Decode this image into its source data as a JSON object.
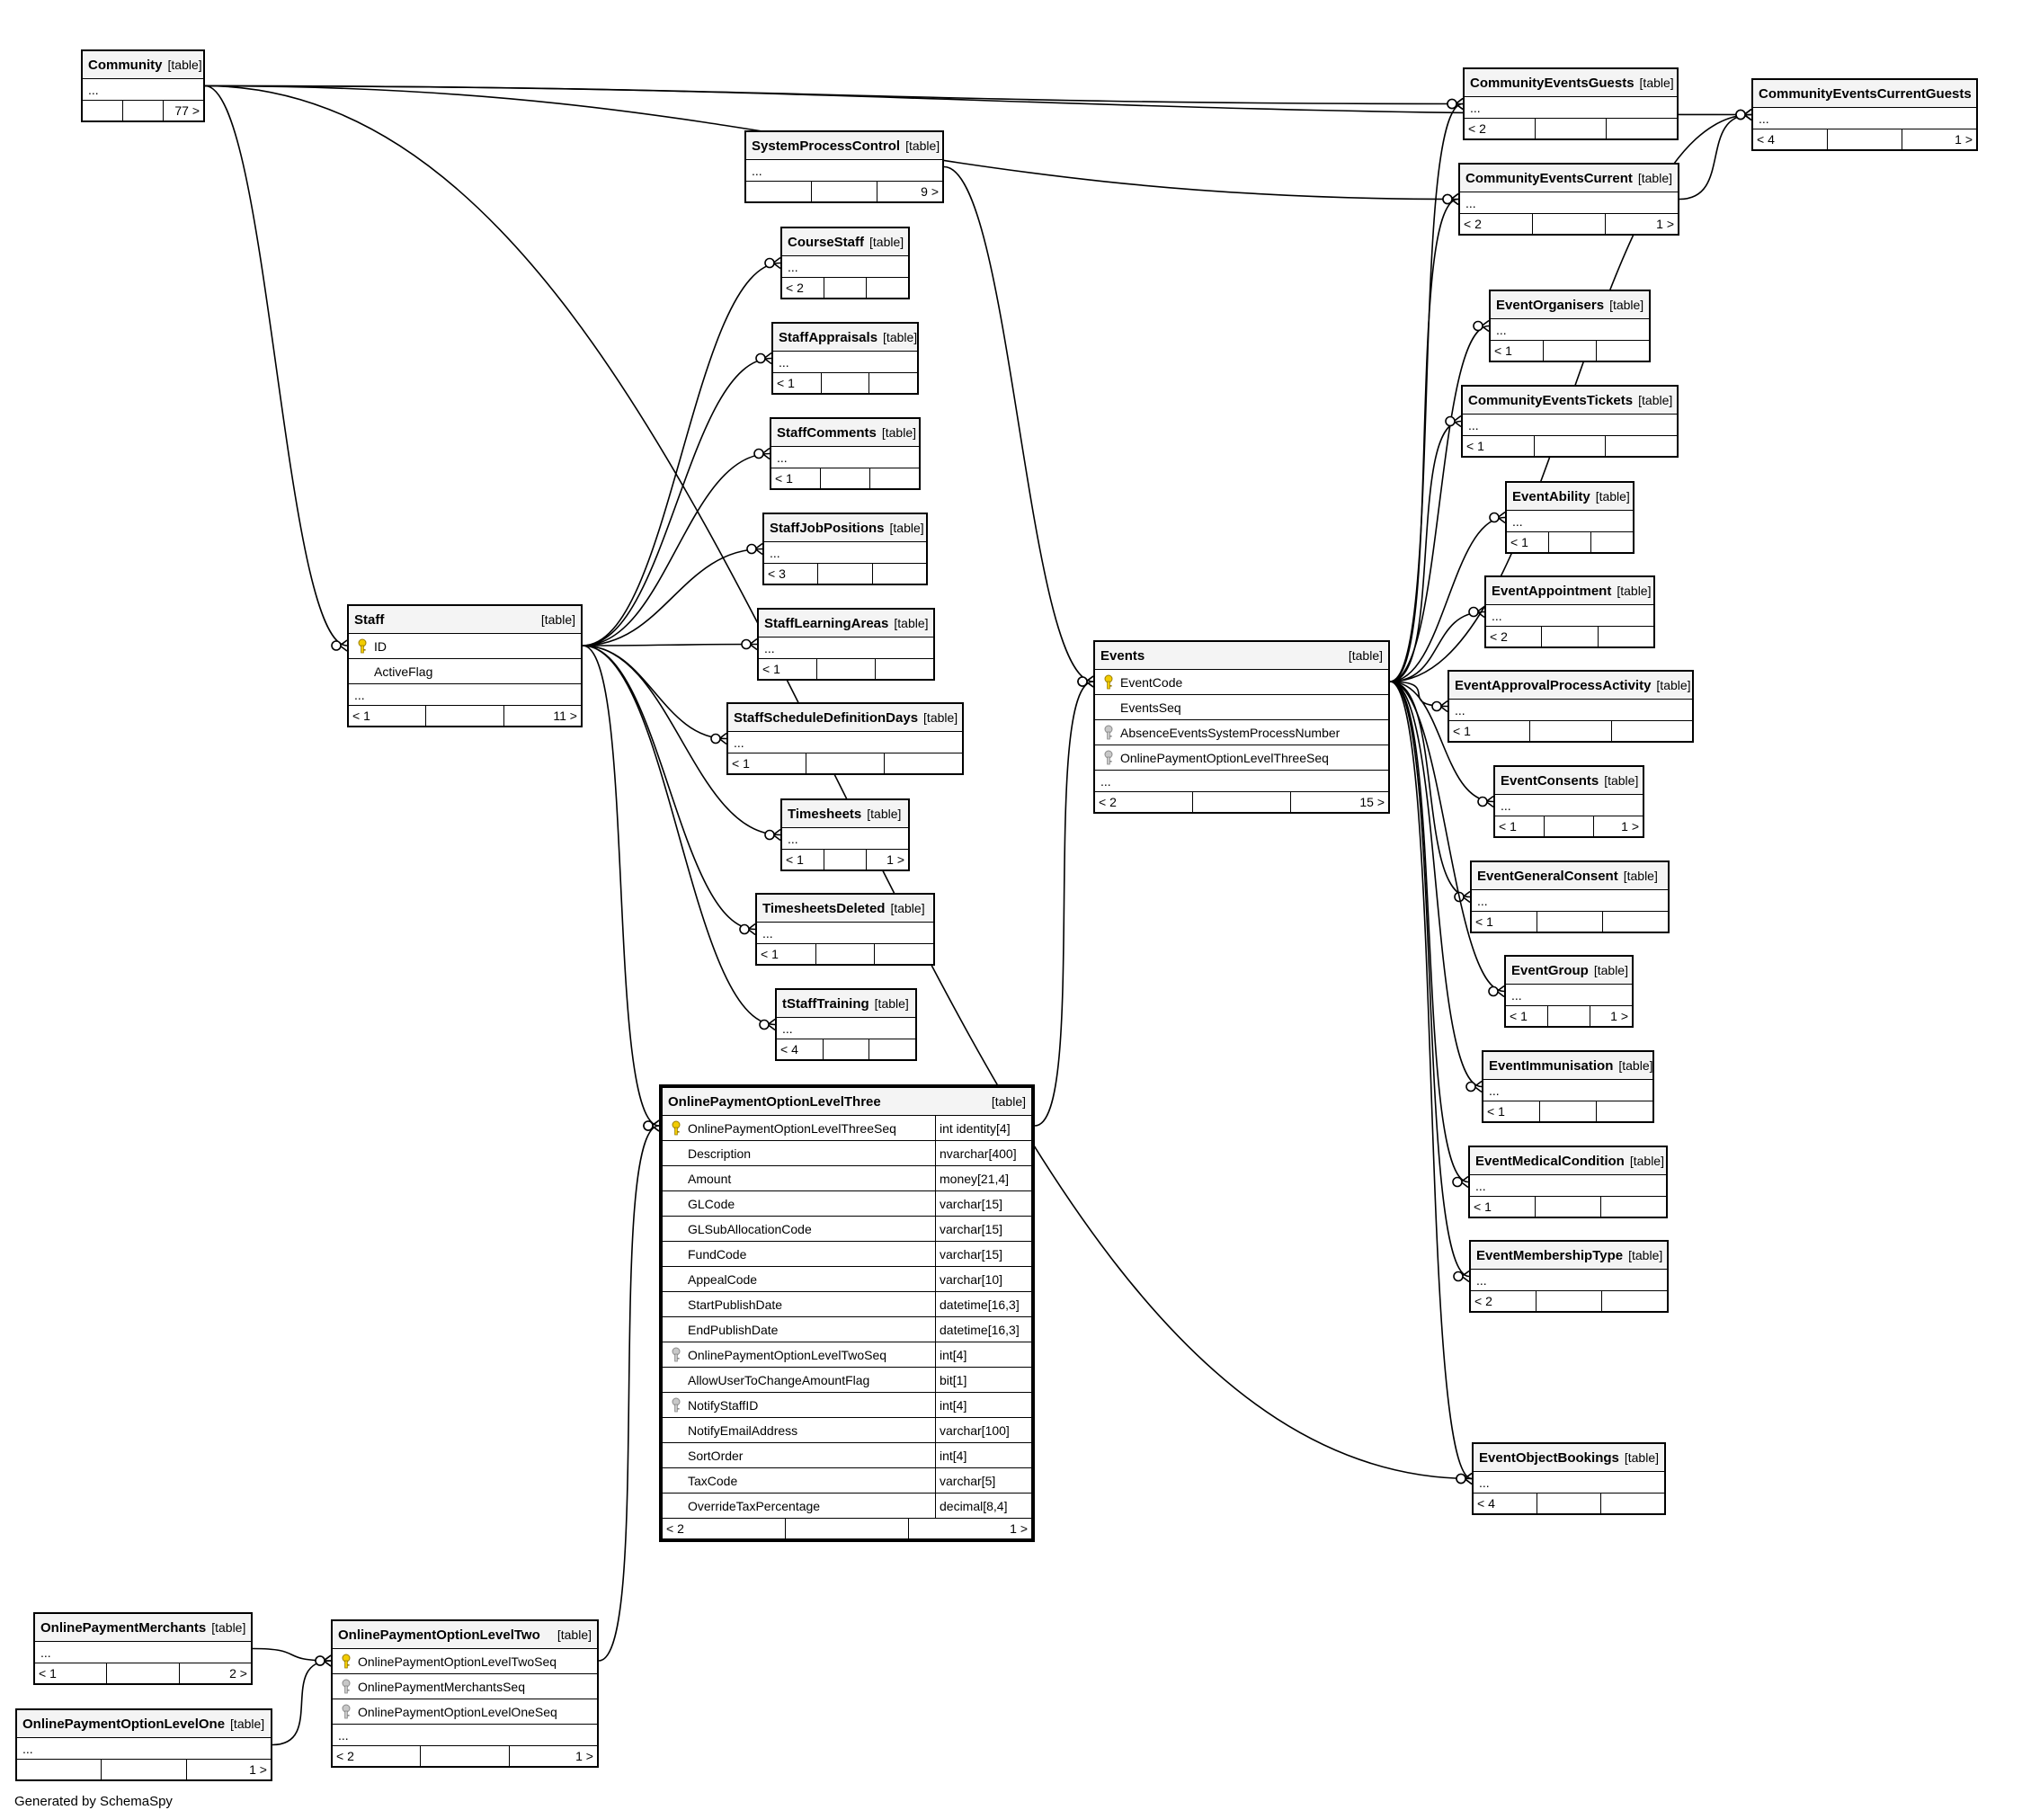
{
  "tables": [
    {
      "id": "community",
      "name": "Community",
      "type": "[table]",
      "cols": [],
      "ellipsis": "...",
      "footer": [
        "",
        "",
        "77 >"
      ]
    },
    {
      "id": "systemprocesscontrol",
      "name": "SystemProcessControl",
      "type": "[table]",
      "cols": [],
      "ellipsis": "...",
      "footer": [
        "",
        "",
        "9 >"
      ]
    },
    {
      "id": "coursestaff",
      "name": "CourseStaff",
      "type": "[table]",
      "cols": [],
      "ellipsis": "...",
      "footer": [
        "< 2",
        "",
        ""
      ]
    },
    {
      "id": "staffappraisals",
      "name": "StaffAppraisals",
      "type": "[table]",
      "cols": [],
      "ellipsis": "...",
      "footer": [
        "< 1",
        "",
        ""
      ]
    },
    {
      "id": "staffcomments",
      "name": "StaffComments",
      "type": "[table]",
      "cols": [],
      "ellipsis": "...",
      "footer": [
        "< 1",
        "",
        ""
      ]
    },
    {
      "id": "staffjobpositions",
      "name": "StaffJobPositions",
      "type": "[table]",
      "cols": [],
      "ellipsis": "...",
      "footer": [
        "< 3",
        "",
        ""
      ]
    },
    {
      "id": "stafflearningareas",
      "name": "StaffLearningAreas",
      "type": "[table]",
      "cols": [],
      "ellipsis": "...",
      "footer": [
        "< 1",
        "",
        ""
      ]
    },
    {
      "id": "staffscheduledefinitiondays",
      "name": "StaffScheduleDefinitionDays",
      "type": "[table]",
      "cols": [],
      "ellipsis": "...",
      "footer": [
        "< 1",
        "",
        ""
      ]
    },
    {
      "id": "timesheets",
      "name": "Timesheets",
      "type": "[table]",
      "cols": [],
      "ellipsis": "...",
      "footer": [
        "< 1",
        "",
        "1 >"
      ]
    },
    {
      "id": "timesheetsdeleted",
      "name": "TimesheetsDeleted",
      "type": "[table]",
      "cols": [],
      "ellipsis": "...",
      "footer": [
        "< 1",
        "",
        ""
      ]
    },
    {
      "id": "tstafftraining",
      "name": "tStaffTraining",
      "type": "[table]",
      "cols": [],
      "ellipsis": "...",
      "footer": [
        "< 4",
        "",
        ""
      ]
    },
    {
      "id": "staff",
      "name": "Staff",
      "type": "[table]",
      "cols": [
        {
          "name": "ID",
          "key": "pk"
        },
        {
          "name": "ActiveFlag",
          "key": ""
        }
      ],
      "ellipsis": "...",
      "footer": [
        "< 1",
        "",
        "11 >"
      ]
    },
    {
      "id": "events",
      "name": "Events",
      "type": "[table]",
      "cols": [
        {
          "name": "EventCode",
          "key": "pk"
        },
        {
          "name": "EventsSeq",
          "key": ""
        },
        {
          "name": "AbsenceEventsSystemProcessNumber",
          "key": "fk"
        },
        {
          "name": "OnlinePaymentOptionLevelThreeSeq",
          "key": "fk"
        }
      ],
      "ellipsis": "...",
      "footer": [
        "< 2",
        "",
        "15 >"
      ]
    },
    {
      "id": "oplthree",
      "name": "OnlinePaymentOptionLevelThree",
      "type": "[table]",
      "focus": true,
      "cols": [
        {
          "name": "OnlinePaymentOptionLevelThreeSeq",
          "key": "pk",
          "type": "int identity[4]"
        },
        {
          "name": "Description",
          "key": "",
          "type": "nvarchar[400]"
        },
        {
          "name": "Amount",
          "key": "",
          "type": "money[21,4]"
        },
        {
          "name": "GLCode",
          "key": "",
          "type": "varchar[15]"
        },
        {
          "name": "GLSubAllocationCode",
          "key": "",
          "type": "varchar[15]"
        },
        {
          "name": "FundCode",
          "key": "",
          "type": "varchar[15]"
        },
        {
          "name": "AppealCode",
          "key": "",
          "type": "varchar[10]"
        },
        {
          "name": "StartPublishDate",
          "key": "",
          "type": "datetime[16,3]"
        },
        {
          "name": "EndPublishDate",
          "key": "",
          "type": "datetime[16,3]"
        },
        {
          "name": "OnlinePaymentOptionLevelTwoSeq",
          "key": "fk",
          "type": "int[4]"
        },
        {
          "name": "AllowUserToChangeAmountFlag",
          "key": "",
          "type": "bit[1]"
        },
        {
          "name": "NotifyStaffID",
          "key": "fk",
          "type": "int[4]"
        },
        {
          "name": "NotifyEmailAddress",
          "key": "",
          "type": "varchar[100]"
        },
        {
          "name": "SortOrder",
          "key": "",
          "type": "int[4]"
        },
        {
          "name": "TaxCode",
          "key": "",
          "type": "varchar[5]"
        },
        {
          "name": "OverrideTaxPercentage",
          "key": "",
          "type": "decimal[8,4]"
        }
      ],
      "ellipsis": null,
      "footer": [
        "< 2",
        "",
        "1 >"
      ]
    },
    {
      "id": "oplmerchants",
      "name": "OnlinePaymentMerchants",
      "type": "[table]",
      "cols": [],
      "ellipsis": "...",
      "footer": [
        "< 1",
        "",
        "2 >"
      ]
    },
    {
      "id": "oplone",
      "name": "OnlinePaymentOptionLevelOne",
      "type": "[table]",
      "cols": [],
      "ellipsis": "...",
      "footer": [
        "",
        "",
        "1 >"
      ]
    },
    {
      "id": "opltwo",
      "name": "OnlinePaymentOptionLevelTwo",
      "type": "[table]",
      "cols": [
        {
          "name": "OnlinePaymentOptionLevelTwoSeq",
          "key": "pk"
        },
        {
          "name": "OnlinePaymentMerchantsSeq",
          "key": "fk"
        },
        {
          "name": "OnlinePaymentOptionLevelOneSeq",
          "key": "fk"
        }
      ],
      "ellipsis": "...",
      "footer": [
        "< 2",
        "",
        "1 >"
      ]
    },
    {
      "id": "ceguests",
      "name": "CommunityEventsGuests",
      "type": "[table]",
      "cols": [],
      "ellipsis": "...",
      "footer": [
        "< 2",
        "",
        ""
      ]
    },
    {
      "id": "cecurrent",
      "name": "CommunityEventsCurrent",
      "type": "[table]",
      "cols": [],
      "ellipsis": "...",
      "footer": [
        "< 2",
        "",
        "1 >"
      ]
    },
    {
      "id": "cecurrentguests",
      "name": "CommunityEventsCurrentGuests",
      "type": "[table]",
      "cols": [],
      "ellipsis": "...",
      "footer": [
        "< 4",
        "",
        "1 >"
      ]
    },
    {
      "id": "eventorganisers",
      "name": "EventOrganisers",
      "type": "[table]",
      "cols": [],
      "ellipsis": "...",
      "footer": [
        "< 1",
        "",
        ""
      ]
    },
    {
      "id": "cetickets",
      "name": "CommunityEventsTickets",
      "type": "[table]",
      "cols": [],
      "ellipsis": "...",
      "footer": [
        "< 1",
        "",
        ""
      ]
    },
    {
      "id": "eventability",
      "name": "EventAbility",
      "type": "[table]",
      "cols": [],
      "ellipsis": "...",
      "footer": [
        "< 1",
        "",
        ""
      ]
    },
    {
      "id": "eventappointment",
      "name": "EventAppointment",
      "type": "[table]",
      "cols": [],
      "ellipsis": "...",
      "footer": [
        "< 2",
        "",
        ""
      ]
    },
    {
      "id": "eventapproval",
      "name": "EventApprovalProcessActivity",
      "type": "[table]",
      "cols": [],
      "ellipsis": "...",
      "footer": [
        "< 1",
        "",
        ""
      ]
    },
    {
      "id": "eventconsents",
      "name": "EventConsents",
      "type": "[table]",
      "cols": [],
      "ellipsis": "...",
      "footer": [
        "< 1",
        "",
        "1 >"
      ]
    },
    {
      "id": "eventgeneralconsent",
      "name": "EventGeneralConsent",
      "type": "[table]",
      "cols": [],
      "ellipsis": "...",
      "footer": [
        "< 1",
        "",
        ""
      ]
    },
    {
      "id": "eventgroup",
      "name": "EventGroup",
      "type": "[table]",
      "cols": [],
      "ellipsis": "...",
      "footer": [
        "< 1",
        "",
        "1 >"
      ]
    },
    {
      "id": "eventimmunisation",
      "name": "EventImmunisation",
      "type": "[table]",
      "cols": [],
      "ellipsis": "...",
      "footer": [
        "< 1",
        "",
        ""
      ]
    },
    {
      "id": "eventmedical",
      "name": "EventMedicalCondition",
      "type": "[table]",
      "cols": [],
      "ellipsis": "...",
      "footer": [
        "< 1",
        "",
        ""
      ]
    },
    {
      "id": "eventmembership",
      "name": "EventMembershipType",
      "type": "[table]",
      "cols": [],
      "ellipsis": "...",
      "footer": [
        "< 2",
        "",
        ""
      ]
    },
    {
      "id": "eventobjectbookings",
      "name": "EventObjectBookings",
      "type": "[table]",
      "cols": [],
      "ellipsis": "...",
      "footer": [
        "< 4",
        "",
        ""
      ]
    }
  ],
  "relationships": [
    {
      "from": "community",
      "to": "ceguests"
    },
    {
      "from": "community",
      "to": "cecurrent"
    },
    {
      "from": "community",
      "to": "cecurrentguests"
    },
    {
      "from": "community",
      "to": "staff"
    },
    {
      "from": "community",
      "to": "eventobjectbookings"
    },
    {
      "from": "staff",
      "to": "coursestaff"
    },
    {
      "from": "staff",
      "to": "staffappraisals"
    },
    {
      "from": "staff",
      "to": "staffcomments"
    },
    {
      "from": "staff",
      "to": "staffjobpositions"
    },
    {
      "from": "staff",
      "to": "stafflearningareas"
    },
    {
      "from": "staff",
      "to": "staffscheduledefinitiondays"
    },
    {
      "from": "staff",
      "to": "timesheets"
    },
    {
      "from": "staff",
      "to": "timesheetsdeleted"
    },
    {
      "from": "staff",
      "to": "tstafftraining"
    },
    {
      "from": "staff",
      "to": "oplthree"
    },
    {
      "from": "systemprocesscontrol",
      "to": "events"
    },
    {
      "from": "oplthree",
      "to": "events"
    },
    {
      "from": "opltwo",
      "to": "oplthree"
    },
    {
      "from": "oplmerchants",
      "to": "opltwo"
    },
    {
      "from": "oplone",
      "to": "opltwo"
    },
    {
      "from": "events",
      "to": "ceguests"
    },
    {
      "from": "events",
      "to": "cecurrent"
    },
    {
      "from": "events",
      "to": "cecurrentguests"
    },
    {
      "from": "events",
      "to": "eventorganisers"
    },
    {
      "from": "events",
      "to": "cetickets"
    },
    {
      "from": "events",
      "to": "eventability"
    },
    {
      "from": "events",
      "to": "eventappointment"
    },
    {
      "from": "events",
      "to": "eventapproval"
    },
    {
      "from": "events",
      "to": "eventconsents"
    },
    {
      "from": "events",
      "to": "eventgeneralconsent"
    },
    {
      "from": "events",
      "to": "eventgroup"
    },
    {
      "from": "events",
      "to": "eventimmunisation"
    },
    {
      "from": "events",
      "to": "eventmedical"
    },
    {
      "from": "events",
      "to": "eventmembership"
    },
    {
      "from": "events",
      "to": "eventobjectbookings"
    },
    {
      "from": "cecurrent",
      "to": "cecurrentguests"
    }
  ],
  "credit": "Generated by SchemaSpy"
}
